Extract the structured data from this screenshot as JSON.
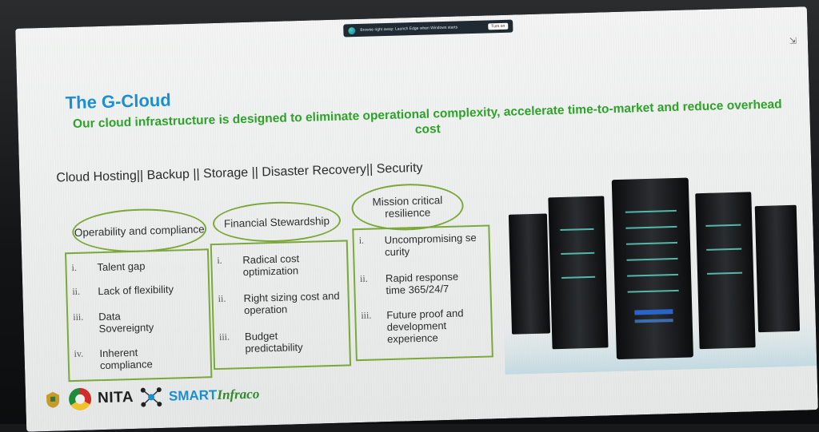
{
  "slide": {
    "title": "The G-Cloud",
    "subtitle": "Our cloud infrastructure is designed to eliminate operational complexity, accelerate time-to-market and reduce overhead cost",
    "services": "Cloud Hosting|| Backup || Storage || Disaster Recovery|| Security"
  },
  "notification": {
    "text": "Browse right away: Launch Edge when Windows starts",
    "button": "Turn on"
  },
  "pillars": [
    {
      "heading": "Operability and compliance",
      "items": [
        {
          "num": "i.",
          "text": "Talent gap"
        },
        {
          "num": "ii.",
          "text": "Lack of flexibility"
        },
        {
          "num": "iii.",
          "text": "Data Sovereignty"
        },
        {
          "num": "iv.",
          "text": "Inherent compliance"
        }
      ]
    },
    {
      "heading": "Financial Stewardship",
      "items": [
        {
          "num": "i.",
          "text": "Radical cost optimization"
        },
        {
          "num": "ii.",
          "text": "Right sizing cost and operation"
        },
        {
          "num": "iii.",
          "text": "Budget predictability"
        }
      ]
    },
    {
      "heading": "Mission critical resilience",
      "items": [
        {
          "num": "i.",
          "text": "Uncompromising security"
        },
        {
          "num": "ii.",
          "text": "Rapid response time 365/24/7"
        },
        {
          "num": "iii.",
          "text": "Future proof and development experience"
        }
      ]
    }
  ],
  "footer": {
    "nita": "NITA",
    "smart": "SMART",
    "infraco": "Infraco"
  },
  "colors": {
    "title": "#1a8fd1",
    "subtitle": "#2ea22a",
    "outline": "#7ba83a"
  }
}
